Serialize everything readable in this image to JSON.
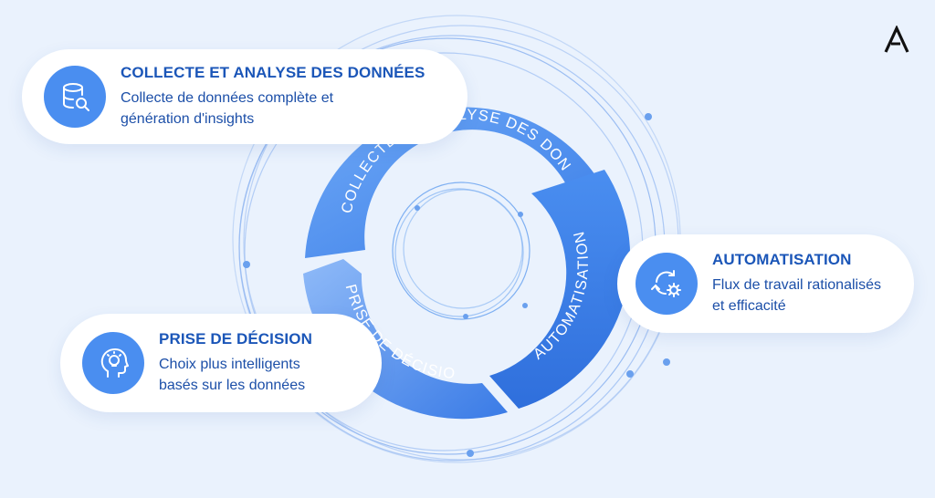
{
  "cards": {
    "collecte": {
      "title": "COLLECTE ET ANALYSE DES DONNÉES",
      "desc_line1": "Collecte de données complète et",
      "desc_line2": "génération d'insights",
      "icon": "database-search-icon"
    },
    "automatisation": {
      "title": "AUTOMATISATION",
      "desc_line1": "Flux de travail rationalisés",
      "desc_line2": "et efficacité",
      "icon": "refresh-gear-icon"
    },
    "decision": {
      "title": "PRISE DE DÉCISION",
      "desc_line1": "Choix plus intelligents",
      "desc_line2": "basés sur les données",
      "icon": "head-lightbulb-icon"
    }
  },
  "cycle": {
    "segments": [
      {
        "label": "COLLECTE ET ANALYSE DES DONNÉES"
      },
      {
        "label": "AUTOMATISATION"
      },
      {
        "label": "PRISE DE DÉCISION"
      }
    ]
  },
  "colors": {
    "background": "#eaf2fd",
    "accent": "#4a8ef0",
    "ring_dark": "#3b7ee8",
    "ring_light": "#6aa4f4",
    "title_text": "#1b56b8",
    "line": "#9bbdf2"
  }
}
